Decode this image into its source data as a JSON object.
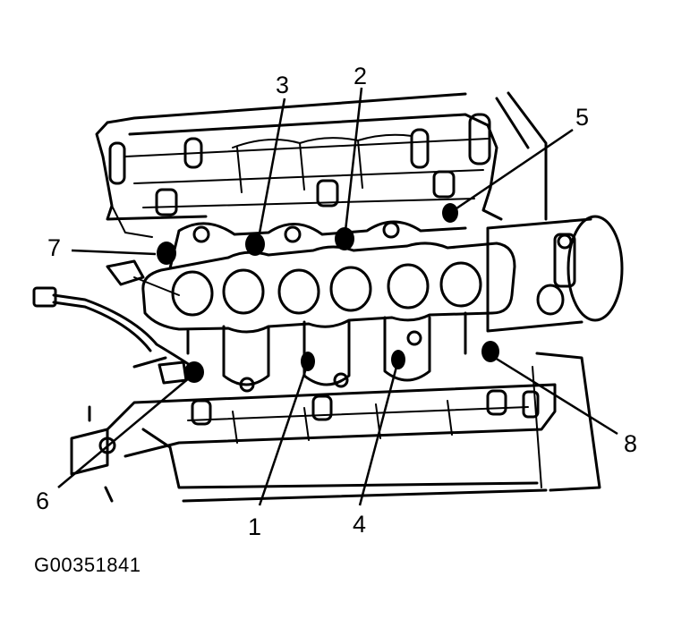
{
  "figure_id": "G00351841",
  "callouts": [
    {
      "id": "1",
      "text": "1"
    },
    {
      "id": "2",
      "text": "2"
    },
    {
      "id": "3",
      "text": "3"
    },
    {
      "id": "4",
      "text": "4"
    },
    {
      "id": "5",
      "text": "5"
    },
    {
      "id": "6",
      "text": "6"
    },
    {
      "id": "7",
      "text": "7"
    },
    {
      "id": "8",
      "text": "8"
    }
  ],
  "colors": {
    "line": "#000000",
    "background": "#ffffff"
  }
}
